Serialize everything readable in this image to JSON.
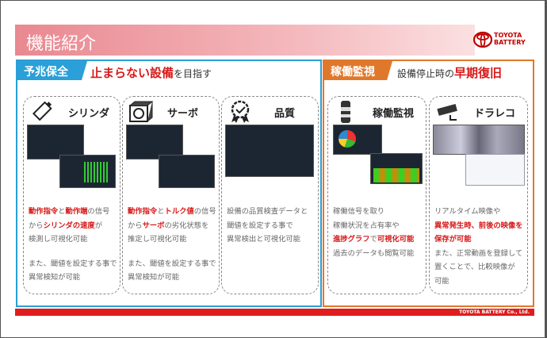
{
  "header": {
    "title": "機能紹介",
    "logo_line1": "TOYOTA",
    "logo_line2": "BATTERY"
  },
  "section1": {
    "tab": "予兆保全",
    "heading_red": "止まらない設備",
    "heading_rest": "を目指す",
    "color": "#2a9fd8"
  },
  "section2": {
    "tab": "稼働監視",
    "heading_rest": "設備停止時の",
    "heading_red": "早期復旧",
    "color": "#e0782c"
  },
  "cards": [
    {
      "title": "シリンダ",
      "icon": "cylinder-icon",
      "lines": [
        [
          [
            "動作指令",
            1
          ],
          [
            "と",
            0
          ],
          [
            "動作端",
            1
          ],
          [
            "の信号",
            0
          ]
        ],
        [
          [
            "から",
            0
          ],
          [
            "シリンダの速度",
            1
          ],
          [
            "が",
            0
          ]
        ],
        [
          [
            "検測し可視化可能",
            0
          ]
        ],
        [],
        [
          [
            "また、閾値を設定する事で",
            0
          ]
        ],
        [
          [
            "異常検知が可能",
            0
          ]
        ]
      ]
    },
    {
      "title": "サーボ",
      "icon": "servo-motor-icon",
      "lines": [
        [
          [
            "動作指令",
            1
          ],
          [
            "と",
            0
          ],
          [
            "トルク値",
            1
          ],
          [
            "の信号",
            0
          ]
        ],
        [
          [
            "から",
            0
          ],
          [
            "サーボ",
            1
          ],
          [
            "の劣化状態を",
            0
          ]
        ],
        [
          [
            "推定し可視化可能",
            0
          ]
        ],
        [],
        [
          [
            "また、閾値を設定する事で",
            0
          ]
        ],
        [
          [
            "異常検知が可能",
            0
          ]
        ]
      ]
    },
    {
      "title": "品質",
      "icon": "quality-badge-icon",
      "lines": [
        [
          [
            "設備の品質検査データと",
            0
          ]
        ],
        [
          [
            "閾値を設定する事で",
            0
          ]
        ],
        [
          [
            "異常検出と可視化可能",
            0
          ]
        ]
      ]
    },
    {
      "title": "稼働監視",
      "icon": "signal-tower-icon",
      "lines": [
        [
          [
            "稼働信号を取り",
            0
          ]
        ],
        [
          [
            "稼働状況を占有率や",
            0
          ]
        ],
        [
          [
            "進捗グラフ",
            1
          ],
          [
            "で",
            0
          ],
          [
            "可視化可能",
            1
          ]
        ],
        [
          [
            "過去のデータも閲覧可能",
            0
          ]
        ]
      ]
    },
    {
      "title": "ドラレコ",
      "icon": "security-camera-icon",
      "lines": [
        [
          [
            "リアルタイム映像や",
            0
          ]
        ],
        [
          [
            "異常発生時、前後の映像を",
            1
          ]
        ],
        [
          [
            "保存が可能",
            1
          ]
        ],
        [
          [
            "また、正常動画を登録して",
            0
          ]
        ],
        [
          [
            "置くことで、比較映像が",
            0
          ]
        ],
        [
          [
            "可能",
            0
          ]
        ]
      ]
    }
  ],
  "footer": {
    "text": "TOYOTA BATTERY Co., Ltd."
  }
}
